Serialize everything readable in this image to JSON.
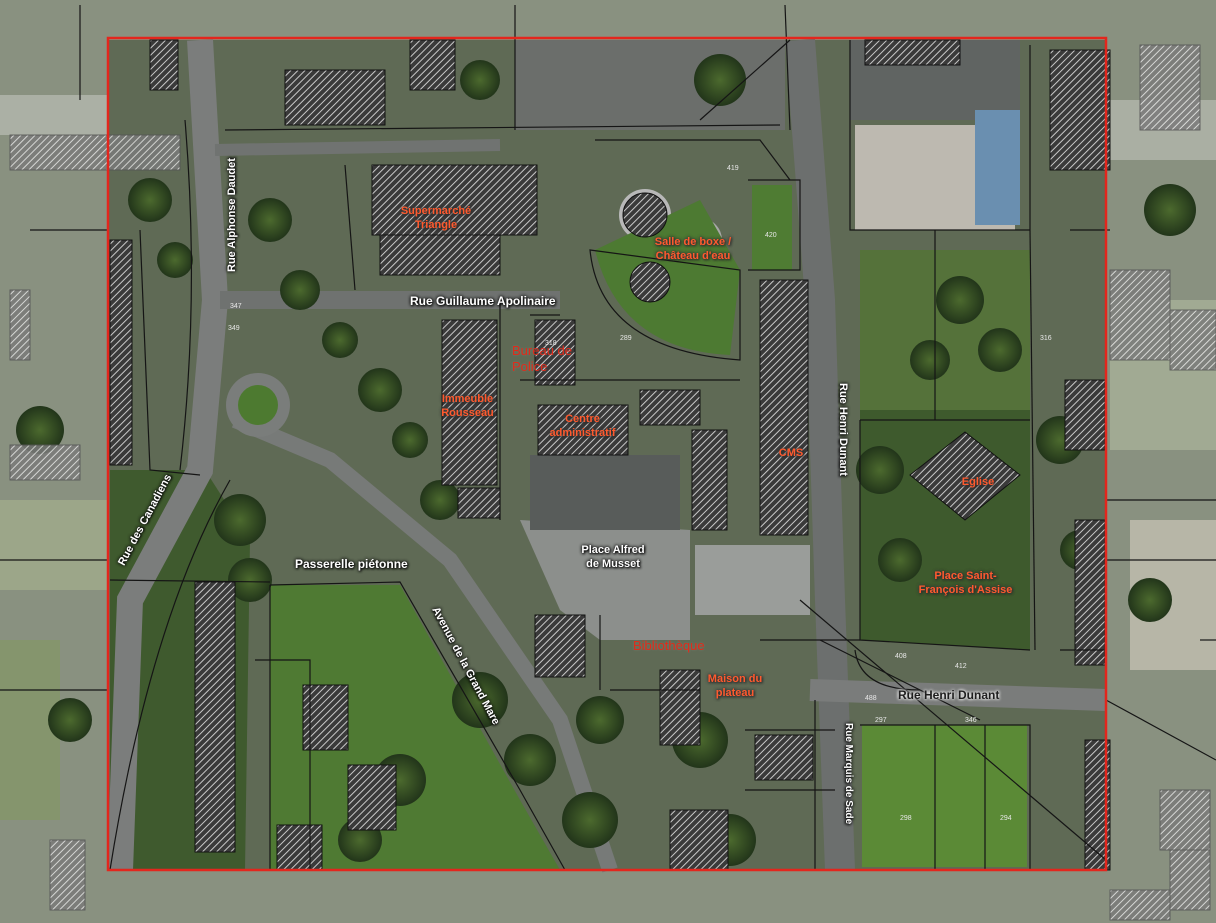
{
  "colors": {
    "study_boundary": "#e3261d",
    "building_label": "#ff5a2e",
    "plain_red_label": "#e02a1a",
    "street_label": "#ffffff",
    "hatch": "#bdbdbd"
  },
  "places": {
    "supermarche": "Supermarché\nTriangle",
    "salle_boxe": "Salle de boxe /\nChâteau d'eau",
    "bureau_police": "Bureau de\nPolice",
    "immeuble_rousseau": "Immeuble\nRousseau",
    "centre_admin": "Centre\nadministratif",
    "cms": "CMS",
    "eglise": "Eglise",
    "place_saint_francois": "Place Saint-\nFrançois d'Assise",
    "bibliotheque": "Bibliothèque",
    "maison_plateau": "Maison du\nplateau"
  },
  "streets": {
    "alphonse_daudet": "Rue Alphonse Daudet",
    "guillaume_apolinaire": "Rue Guillaume Apolinaire",
    "henri_dunant_vertical": "Rue Henri Dunant",
    "henri_dunant_horizontal": "Rue Henri Dunant",
    "canadiens": "Rue des Canadiens",
    "passerelle": "Passerelle piétonne",
    "grand_mare": "Avenue de la Grand Mare",
    "place_alfred_de_musset": "Place Alfred\nde Musset",
    "marquis_de_sade": "Rue Marquis de Sade"
  },
  "parcels": [
    "298",
    "297",
    "346",
    "294",
    "488",
    "412",
    "408",
    "347",
    "349",
    "318",
    "289",
    "419",
    "420",
    "316"
  ]
}
